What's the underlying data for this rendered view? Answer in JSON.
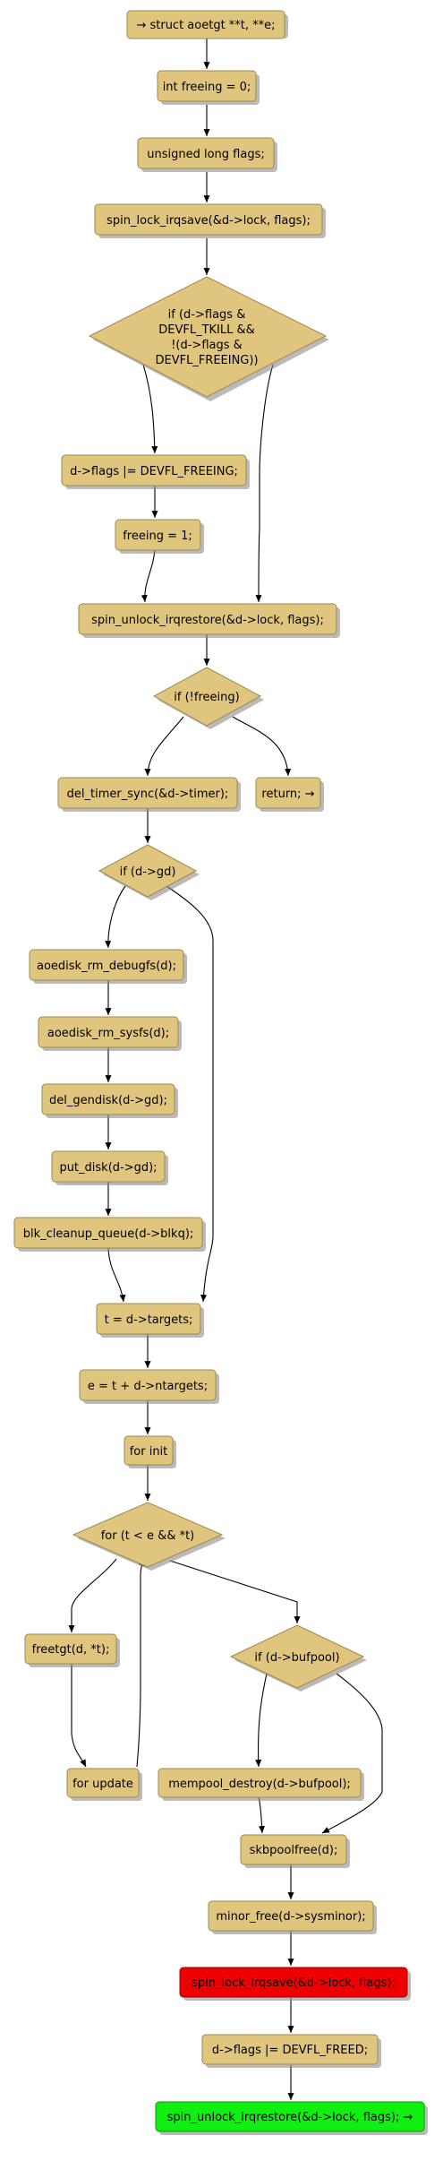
{
  "colors": {
    "node_fill": "#dfc57e",
    "node_stroke": "#9e8a4e",
    "shadow": "#8c8c8c",
    "error_fill": "#ee0000",
    "success_fill": "#11ee11",
    "edge": "#000000"
  },
  "nodes": {
    "entry": "→ struct aoetgt **t, **e;",
    "freeing_init": "int freeing = 0;",
    "flags_decl": "unsigned long flags;",
    "lock_save": "spin_lock_irqsave(&d->lock, flags);",
    "cond_tkill": [
      "if (d->flags &",
      "DEVFL_TKILL &&",
      "!(d->flags &",
      "DEVFL_FREEING))"
    ],
    "set_freeing_flag": "d->flags |= DEVFL_FREEING;",
    "freeing_one": "freeing = 1;",
    "unlock_restore": "spin_unlock_irqrestore(&d->lock, flags);",
    "cond_not_freeing": "if (!freeing)",
    "del_timer": "del_timer_sync(&d->timer);",
    "return_early": "return; →",
    "cond_gd": "if (d->gd)",
    "rm_debugfs": "aoedisk_rm_debugfs(d);",
    "rm_sysfs": "aoedisk_rm_sysfs(d);",
    "del_gendisk": "del_gendisk(d->gd);",
    "put_disk": "put_disk(d->gd);",
    "cleanup_queue": "blk_cleanup_queue(d->blkq);",
    "t_assign": "t = d->targets;",
    "e_assign": "e = t + d->ntargets;",
    "for_init": "for init",
    "for_cond": "for (t < e && *t)",
    "freetgt": "freetgt(d, *t);",
    "for_update": "for update",
    "cond_bufpool": "if (d->bufpool)",
    "mempool_destroy": "mempool_destroy(d->bufpool);",
    "skbpoolfree": "skbpoolfree(d);",
    "minor_free": "minor_free(d->sysminor);",
    "lock_save_final": "spin_lock_irqsave(&d->lock, flags);",
    "set_freed_flag": "d->flags |= DEVFL_FREED;",
    "unlock_restore_final": "spin_unlock_irqrestore(&d->lock, flags); →"
  }
}
